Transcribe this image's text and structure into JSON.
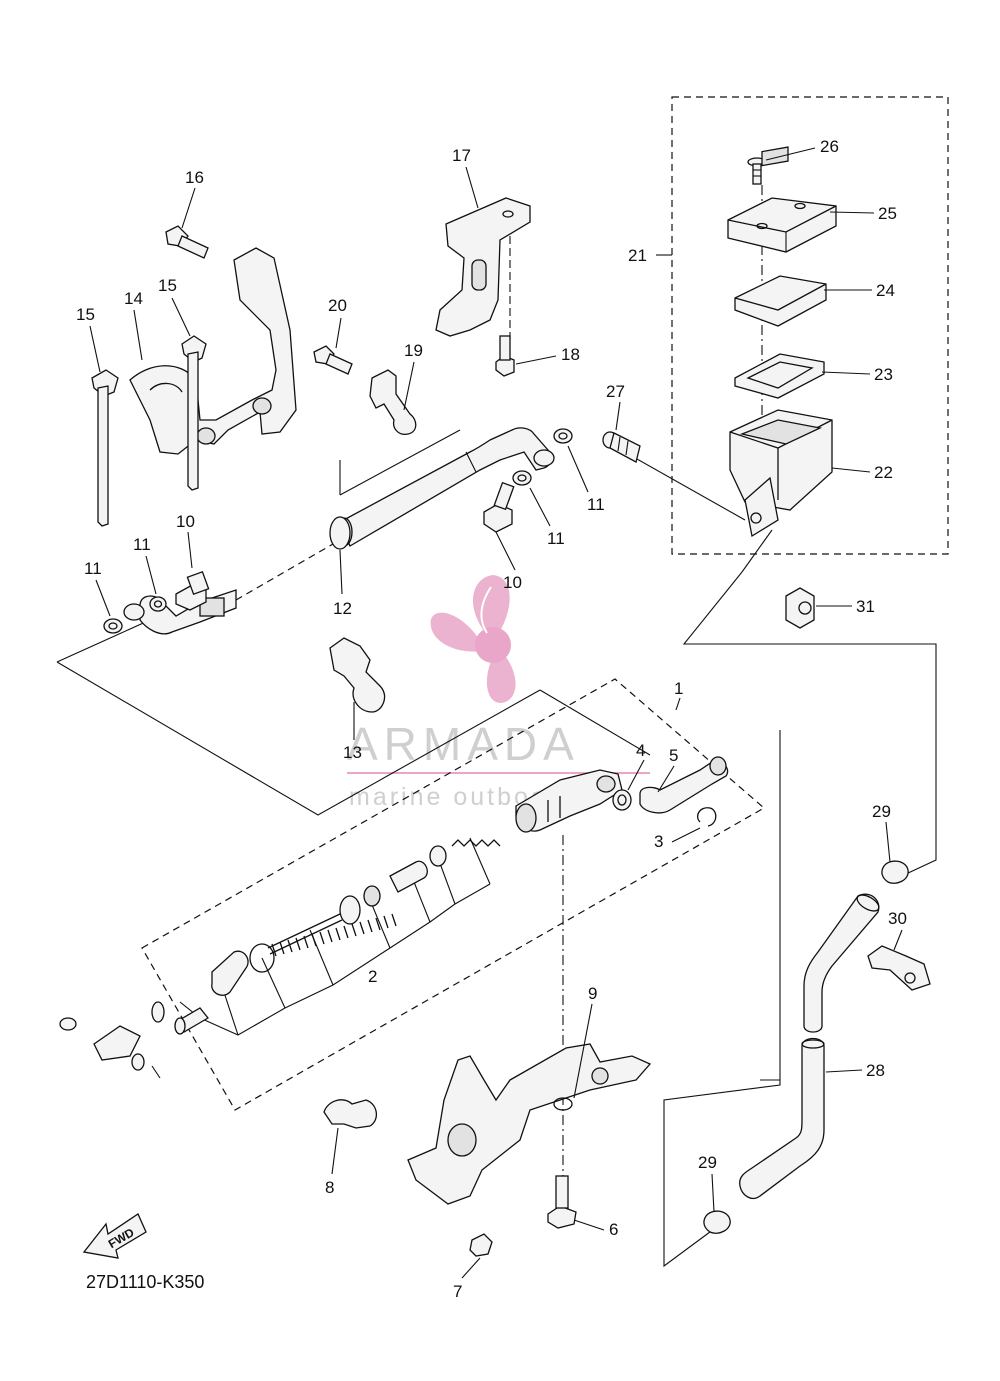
{
  "diagram_code": "27D1110-K350",
  "fwd_label": "FWD",
  "watermark": {
    "brand": "ARMADA",
    "tagline": "marine outboard"
  },
  "colors": {
    "watermark_pink": "#e9a6c8",
    "watermark_gray": "#cfcfcf",
    "line": "#111111"
  },
  "callouts": [
    {
      "id": "c1",
      "label": "1"
    },
    {
      "id": "c2",
      "label": "2"
    },
    {
      "id": "c3",
      "label": "3"
    },
    {
      "id": "c4",
      "label": "4"
    },
    {
      "id": "c5",
      "label": "5"
    },
    {
      "id": "c6",
      "label": "6"
    },
    {
      "id": "c7",
      "label": "7"
    },
    {
      "id": "c8",
      "label": "8"
    },
    {
      "id": "c9",
      "label": "9"
    },
    {
      "id": "c10a",
      "label": "10"
    },
    {
      "id": "c10b",
      "label": "10"
    },
    {
      "id": "c11a",
      "label": "11"
    },
    {
      "id": "c11b",
      "label": "11"
    },
    {
      "id": "c11c",
      "label": "11"
    },
    {
      "id": "c11d",
      "label": "11"
    },
    {
      "id": "c12",
      "label": "12"
    },
    {
      "id": "c13",
      "label": "13"
    },
    {
      "id": "c14",
      "label": "14"
    },
    {
      "id": "c15a",
      "label": "15"
    },
    {
      "id": "c15b",
      "label": "15"
    },
    {
      "id": "c16",
      "label": "16"
    },
    {
      "id": "c17",
      "label": "17"
    },
    {
      "id": "c18",
      "label": "18"
    },
    {
      "id": "c19",
      "label": "19"
    },
    {
      "id": "c20",
      "label": "20"
    },
    {
      "id": "c21",
      "label": "21"
    },
    {
      "id": "c22",
      "label": "22"
    },
    {
      "id": "c23",
      "label": "23"
    },
    {
      "id": "c24",
      "label": "24"
    },
    {
      "id": "c25",
      "label": "25"
    },
    {
      "id": "c26",
      "label": "26"
    },
    {
      "id": "c27",
      "label": "27"
    },
    {
      "id": "c28",
      "label": "28"
    },
    {
      "id": "c29a",
      "label": "29"
    },
    {
      "id": "c29b",
      "label": "29"
    },
    {
      "id": "c30",
      "label": "30"
    },
    {
      "id": "c31",
      "label": "31"
    }
  ]
}
